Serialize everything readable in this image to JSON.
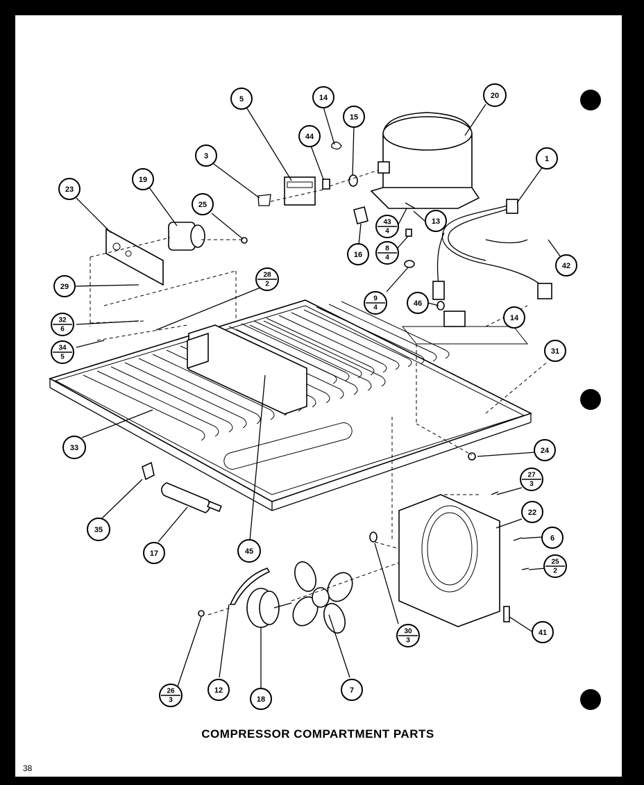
{
  "title": "COMPRESSOR COMPARTMENT PARTS",
  "page_number": "38",
  "callouts": [
    {
      "id": "c5",
      "text": "5"
    },
    {
      "id": "c14a",
      "text": "14"
    },
    {
      "id": "c15",
      "text": "15"
    },
    {
      "id": "c20",
      "text": "20"
    },
    {
      "id": "c44",
      "text": "44"
    },
    {
      "id": "c3",
      "text": "3"
    },
    {
      "id": "c1",
      "text": "1"
    },
    {
      "id": "c23",
      "text": "23"
    },
    {
      "id": "c19",
      "text": "19"
    },
    {
      "id": "c25",
      "text": "25"
    },
    {
      "id": "c43",
      "top": "43",
      "bottom": "4"
    },
    {
      "id": "c13",
      "text": "13"
    },
    {
      "id": "c16",
      "text": "16"
    },
    {
      "id": "c8",
      "top": "8",
      "bottom": "4"
    },
    {
      "id": "c42",
      "text": "42"
    },
    {
      "id": "c29",
      "text": "29"
    },
    {
      "id": "c28",
      "top": "28",
      "bottom": "2"
    },
    {
      "id": "c9",
      "top": "9",
      "bottom": "4"
    },
    {
      "id": "c46",
      "text": "46"
    },
    {
      "id": "c14b",
      "text": "14"
    },
    {
      "id": "c32",
      "top": "32",
      "bottom": "6"
    },
    {
      "id": "c34",
      "top": "34",
      "bottom": "5"
    },
    {
      "id": "c31",
      "text": "31"
    },
    {
      "id": "c33",
      "text": "33"
    },
    {
      "id": "c24",
      "text": "24"
    },
    {
      "id": "c27",
      "top": "27",
      "bottom": "3"
    },
    {
      "id": "c22",
      "text": "22"
    },
    {
      "id": "c35",
      "text": "35"
    },
    {
      "id": "c6",
      "text": "6"
    },
    {
      "id": "c17",
      "text": "17"
    },
    {
      "id": "c45",
      "text": "45"
    },
    {
      "id": "c25b",
      "top": "25",
      "bottom": "2"
    },
    {
      "id": "c30",
      "top": "30",
      "bottom": "3"
    },
    {
      "id": "c41",
      "text": "41"
    },
    {
      "id": "c26",
      "top": "26",
      "bottom": "3"
    },
    {
      "id": "c12",
      "text": "12"
    },
    {
      "id": "c18",
      "text": "18"
    },
    {
      "id": "c7",
      "text": "7"
    }
  ]
}
